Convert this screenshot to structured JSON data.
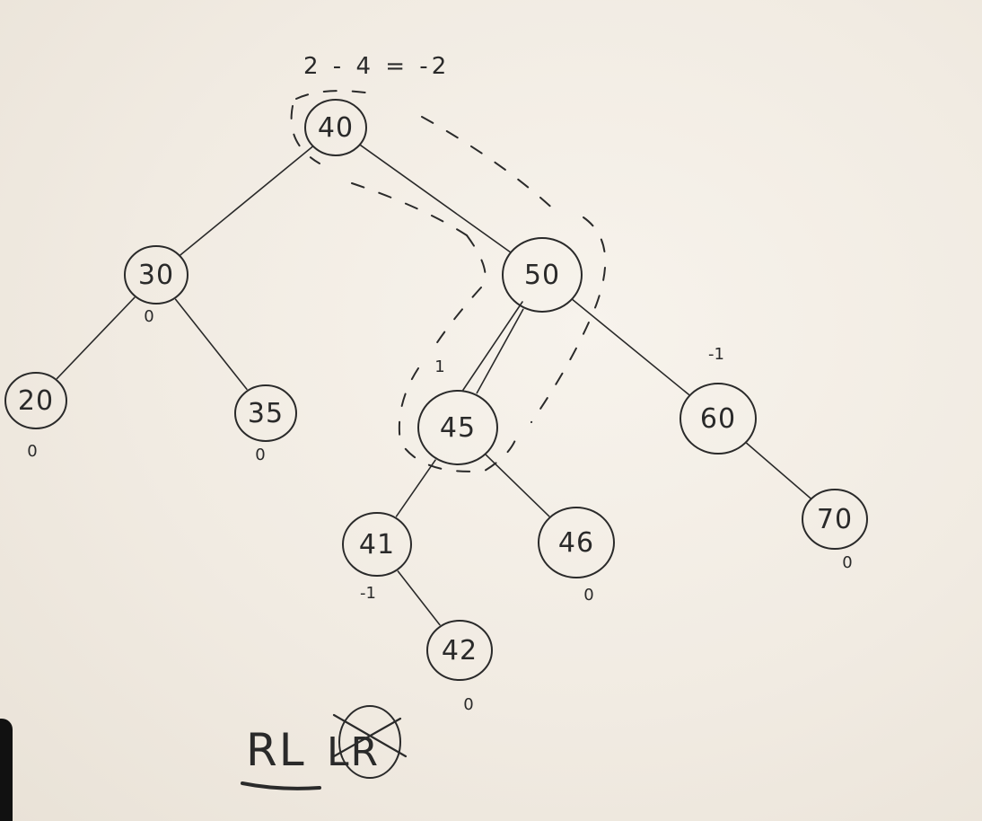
{
  "formula": "2 - 4 = -2",
  "rotation": {
    "text": "RL",
    "crossed_letters": "LR"
  },
  "nodes": [
    {
      "key": "40",
      "bf": ""
    },
    {
      "key": "30",
      "bf": "0"
    },
    {
      "key": "50",
      "bf": ""
    },
    {
      "key": "20",
      "bf": "0"
    },
    {
      "key": "35",
      "bf": "0"
    },
    {
      "key": "45",
      "bf": "1"
    },
    {
      "key": "60",
      "bf": "-1"
    },
    {
      "key": "41",
      "bf": "-1"
    },
    {
      "key": "46",
      "bf": "0"
    },
    {
      "key": "70",
      "bf": "0"
    },
    {
      "key": "42",
      "bf": "0"
    }
  ],
  "edges": [
    [
      "40",
      "30"
    ],
    [
      "40",
      "50"
    ],
    [
      "30",
      "20"
    ],
    [
      "30",
      "35"
    ],
    [
      "50",
      "45"
    ],
    [
      "50",
      "60"
    ],
    [
      "45",
      "41"
    ],
    [
      "45",
      "46"
    ],
    [
      "60",
      "70"
    ],
    [
      "41",
      "42"
    ]
  ]
}
